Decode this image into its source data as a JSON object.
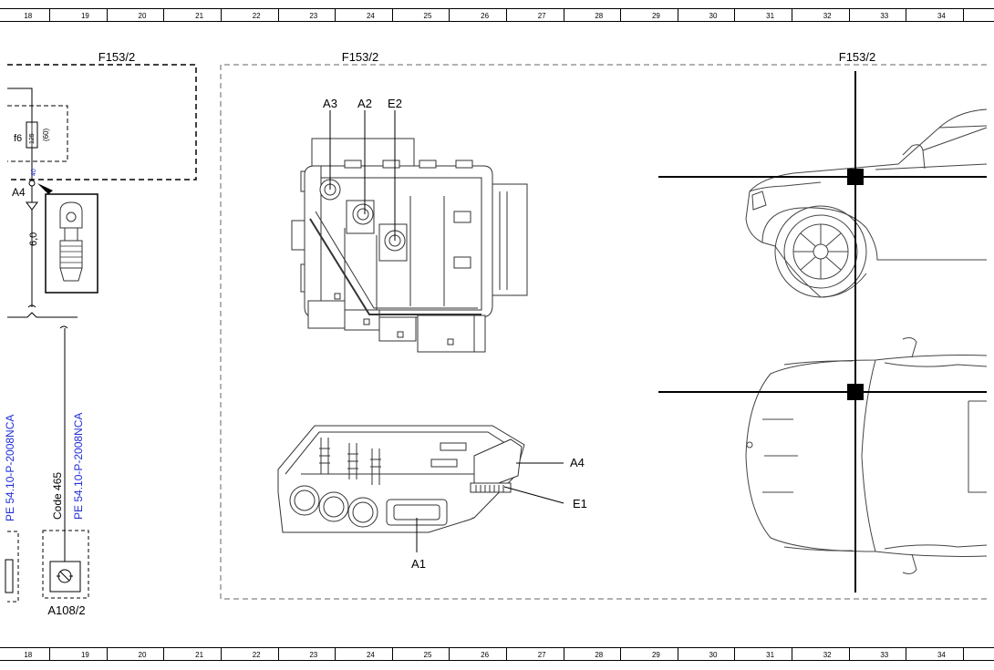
{
  "ruler": {
    "numbers": [
      "18",
      "19",
      "20",
      "21",
      "22",
      "23",
      "24",
      "25",
      "26",
      "27",
      "28",
      "29",
      "30",
      "31",
      "32",
      "33",
      "34"
    ]
  },
  "labels": {
    "f153_left": "F153/2",
    "f153_mid": "F153/2",
    "f153_right": "F153/2",
    "fuse_name": "f6",
    "fuse_rating": "125",
    "fuse_alt": "(60)",
    "node_num": "40",
    "a4_left": "A4",
    "wire_size": "6,0",
    "ref_left": "PE 54.10-P-2008NCA",
    "ref_main": "PE 54.10-P-2008NCA",
    "code": "Code 465",
    "sensor": "A108/2",
    "top_a3": "A3",
    "top_a2": "A2",
    "top_e2": "E2",
    "bot_a4": "A4",
    "bot_e1": "E1",
    "bot_a1": "A1"
  },
  "colors": {
    "reference_link": "#1f2fd6",
    "line": "#000000",
    "drawing": "#333333"
  }
}
